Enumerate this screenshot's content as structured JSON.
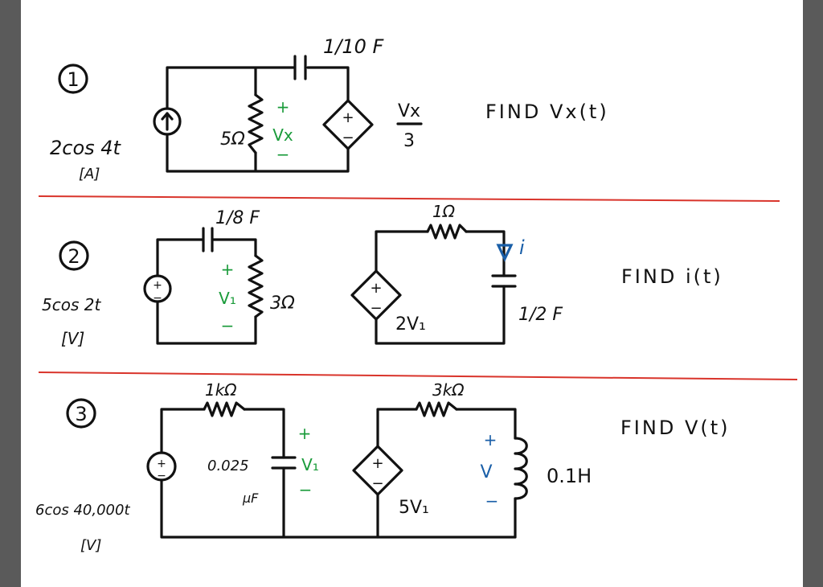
{
  "problem1": {
    "number": "1",
    "source_value": "2cos 4t",
    "source_unit": "[A]",
    "capacitor": "1/10 F",
    "resistor": "5Ω",
    "vx_plus": "+",
    "vx_label": "Vx",
    "vx_minus": "−",
    "dep_plus": "+",
    "dep_minus": "−",
    "dep_num": "Vx",
    "dep_den": "3",
    "find": "FIND Vx(t)"
  },
  "problem2": {
    "number": "2",
    "source_value": "5cos 2t",
    "source_unit": "[V]",
    "src_plus": "+",
    "src_minus": "−",
    "capacitor_left": "1/8 F",
    "resistor_left": "3Ω",
    "v1_plus": "+",
    "v1_label": "V₁",
    "v1_minus": "−",
    "resistor_top": "1Ω",
    "current_label": "i",
    "capacitor_right": "1/2 F",
    "dep_plus": "+",
    "dep_minus": "−",
    "dep_label": "2V₁",
    "find": "FIND i(t)"
  },
  "problem3": {
    "number": "3",
    "source_value": "6cos 40,000t",
    "source_unit": "[V]",
    "src_plus": "+",
    "src_minus": "−",
    "resistor_left": "1kΩ",
    "capacitor": "0.025",
    "capacitor_unit": "μF",
    "v1_plus": "+",
    "v1_label": "V₁",
    "v1_minus": "−",
    "resistor_right": "3kΩ",
    "dep_plus": "+",
    "dep_minus": "−",
    "dep_label": "5V₁",
    "v_plus": "+",
    "v_label": "V",
    "v_minus": "−",
    "inductor": "0.1H",
    "find": "FIND V(t)"
  }
}
